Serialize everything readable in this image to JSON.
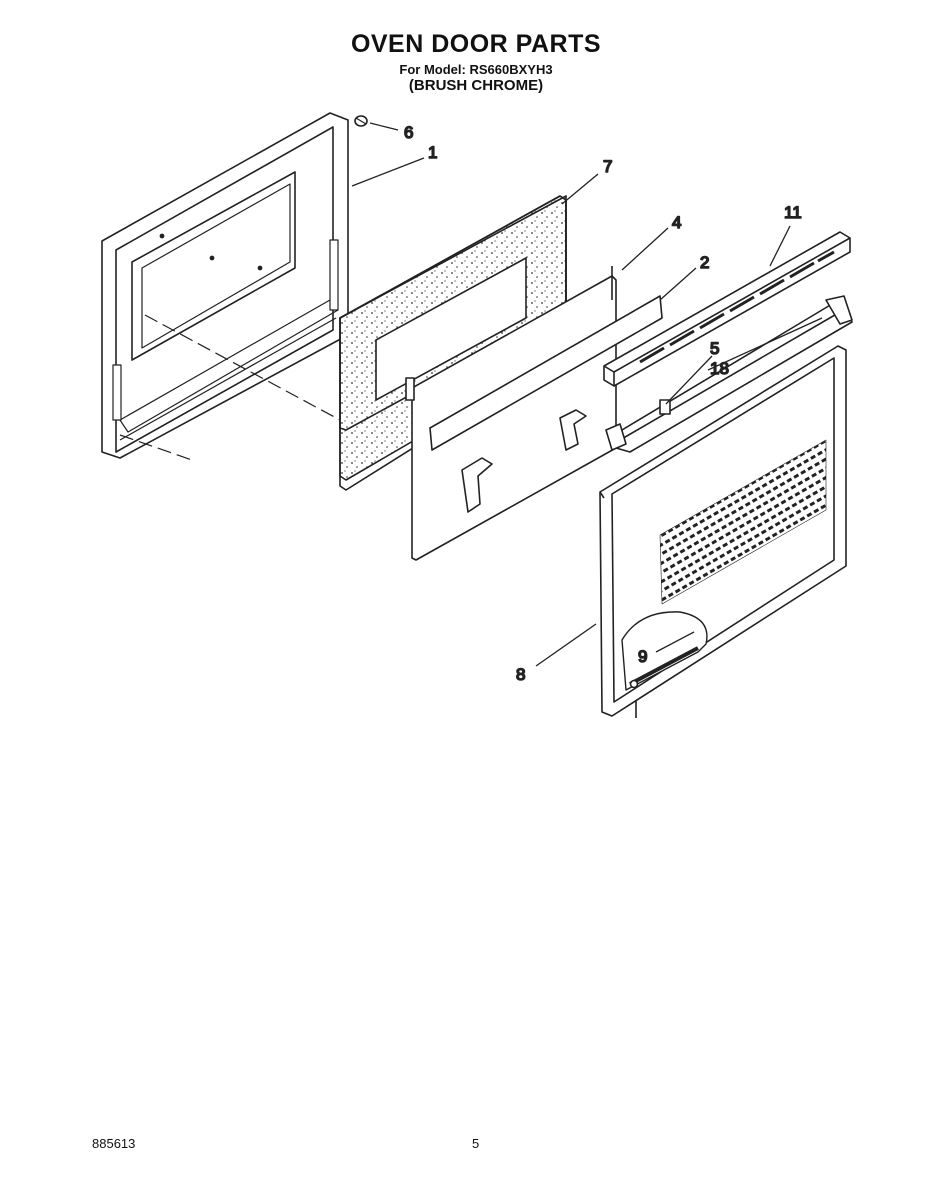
{
  "header": {
    "title": "OVEN DOOR PARTS",
    "model_line": "For Model: RS660BXYH3",
    "finish": "(BRUSH CHROME)"
  },
  "callouts": {
    "c1": "1",
    "c2": "2",
    "c4": "4",
    "c5": "5",
    "c6": "6",
    "c7": "7",
    "c8": "8",
    "c9": "9",
    "c11": "11",
    "c18": "18"
  },
  "footer": {
    "doc_number": "885613",
    "page_number": "5"
  }
}
